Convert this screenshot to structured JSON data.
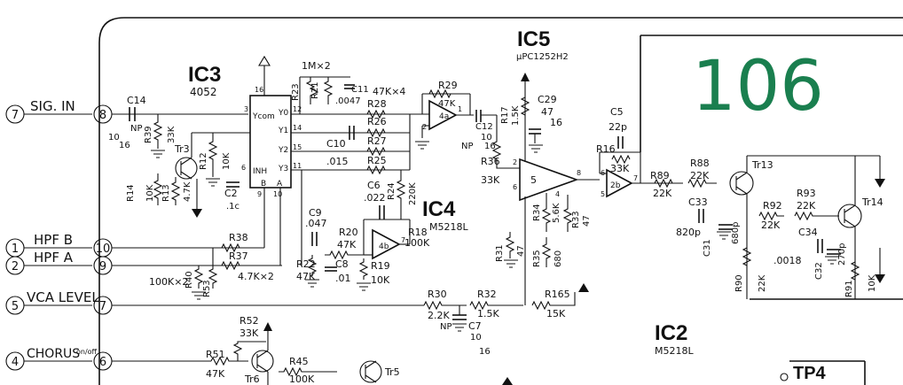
{
  "handwritten_note": {
    "text": "106",
    "color": "#1a7f4f"
  },
  "ic_labels": {
    "ic3": {
      "name": "IC3",
      "part": "4052"
    },
    "ic4": {
      "name": "IC4",
      "part": "M5218L"
    },
    "ic5": {
      "name": "IC5",
      "part": "μPC1252H2"
    },
    "ic2": {
      "name": "IC2",
      "part": "M5218L"
    },
    "tp4": {
      "name": "TP4"
    }
  },
  "ic3_pins": {
    "ycom": "Ycom",
    "y0": "Y0",
    "y1": "Y1",
    "y2": "Y2",
    "y3": "Y3",
    "inh": "INH",
    "b": "B",
    "a": "A",
    "p3": "3",
    "p12": "12",
    "p14": "14",
    "p15": "15",
    "p11": "11",
    "p16": "16",
    "p6": "6",
    "p9": "9",
    "p10": "10"
  },
  "opamp_labels": {
    "u4a": "4a",
    "u4b": "4b",
    "u5": "5",
    "u2b": "2b",
    "u4a_p1": "1",
    "u4a_p2": "2",
    "u4b_p7": "7",
    "u5_p2": "2",
    "u5_p8": "8",
    "u5_p6": "6",
    "u5_p4": "4",
    "u2b_p6": "6",
    "u2b_p5": "5",
    "u2b_p7": "7"
  },
  "connectors": [
    {
      "id": "sig-in",
      "circle": "7",
      "name": "SIG. IN",
      "pin": "8"
    },
    {
      "id": "hpf-b",
      "circle": "1",
      "name": "HPF B",
      "pin": "10"
    },
    {
      "id": "hpf-a",
      "circle": "2",
      "name": "HPF A",
      "pin": "9"
    },
    {
      "id": "vca-level",
      "circle": "5",
      "name": "VCA LEVEL",
      "pin": "7"
    },
    {
      "id": "chorus",
      "circle": "4",
      "name": "CHORUS",
      "suffix": "on/off",
      "pin": "6"
    }
  ],
  "components": {
    "c14": {
      "ref": "C14",
      "value": "NP",
      "extra": "10",
      "extra2": "16"
    },
    "r39": {
      "ref": "R39",
      "value": "33K"
    },
    "tr3": {
      "ref": "Tr3"
    },
    "r12": {
      "ref": "R12",
      "value": "10K"
    },
    "c2": {
      "ref": "C2",
      "value": ".1c"
    },
    "r14": {
      "ref": "R14",
      "value": "10K"
    },
    "r13": {
      "ref": "R13",
      "value": "4.7K"
    },
    "r23": {
      "ref": "R23"
    },
    "r21": {
      "ref": "R21"
    },
    "r1m": {
      "value": "1M×2"
    },
    "c11": {
      "ref": "C11",
      "value": ".0047"
    },
    "r28": {
      "ref": "R28"
    },
    "r47k4": {
      "value": "47K×4"
    },
    "r26": {
      "ref": "R26"
    },
    "c10": {
      "ref": "C10",
      "value": ".015"
    },
    "r27": {
      "ref": "R27"
    },
    "r25": {
      "ref": "R25"
    },
    "c6": {
      "ref": "C6",
      "value": ".022"
    },
    "r24": {
      "ref": "R24",
      "value": "220K"
    },
    "c9": {
      "ref": "C9",
      "value": ".047"
    },
    "r20": {
      "ref": "R20",
      "value": "47K"
    },
    "r18": {
      "ref": "R18",
      "value": "100K"
    },
    "r22": {
      "ref": "R22",
      "value": "47K"
    },
    "c8": {
      "ref": "C8",
      "value": ".01"
    },
    "r19": {
      "ref": "R19",
      "value": "10K"
    },
    "r38": {
      "ref": "R38"
    },
    "r37": {
      "ref": "R37",
      "value": "4.7K×2"
    },
    "r40": {
      "ref": "R40"
    },
    "r53": {
      "ref": "R53"
    },
    "r100k2": {
      "value": "100K×2"
    },
    "r29": {
      "ref": "R29",
      "value": "47K"
    },
    "c12": {
      "ref": "C12",
      "value": "10",
      "extra": "NP",
      "extra2": "16"
    },
    "r36": {
      "ref": "R36",
      "value": "33K"
    },
    "r17": {
      "ref": "R17",
      "value": "1.5K"
    },
    "c29": {
      "ref": "C29",
      "value": "47",
      "extra": "16"
    },
    "r34": {
      "ref": "R34",
      "value": "5.6K"
    },
    "r33": {
      "ref": "R33",
      "value": "47"
    },
    "r31": {
      "ref": "R31",
      "value": "47"
    },
    "r35": {
      "ref": "R35",
      "value": "680"
    },
    "c5": {
      "ref": "C5",
      "value": "22p"
    },
    "r16": {
      "ref": "R16",
      "value": "33K"
    },
    "r89": {
      "ref": "R89",
      "value": "22K"
    },
    "r88": {
      "ref": "R88",
      "value": "22K"
    },
    "tr13": {
      "ref": "Tr13"
    },
    "c33": {
      "ref": "C33",
      "value": "820p"
    },
    "c31": {
      "ref": "C31",
      "value": "680p"
    },
    "r92": {
      "ref": "R92",
      "value": "22K"
    },
    "r93": {
      "ref": "R93",
      "value": "22K"
    },
    "tr14": {
      "ref": "Tr14"
    },
    "c34": {
      "ref": "C34",
      "value": ".0018"
    },
    "c32": {
      "ref": "C32",
      "value": "270p"
    },
    "r90": {
      "ref": "R90",
      "value": "22K"
    },
    "r91": {
      "ref": "R91",
      "value": "10K"
    },
    "r30": {
      "ref": "R30",
      "value": "2.2K"
    },
    "r32": {
      "ref": "R32",
      "value": "1.5K"
    },
    "c7": {
      "ref": "C7",
      "value": "NP",
      "extra": "10",
      "extra2": "16"
    },
    "r165": {
      "ref": "R165",
      "value": "15K"
    },
    "r52": {
      "ref": "R52",
      "value": "33K"
    },
    "r51": {
      "ref": "R51",
      "value": "47K"
    },
    "tr6": {
      "ref": "Tr6"
    },
    "r45": {
      "ref": "R45",
      "value": "100K"
    },
    "tr5": {
      "ref": "Tr5"
    }
  }
}
